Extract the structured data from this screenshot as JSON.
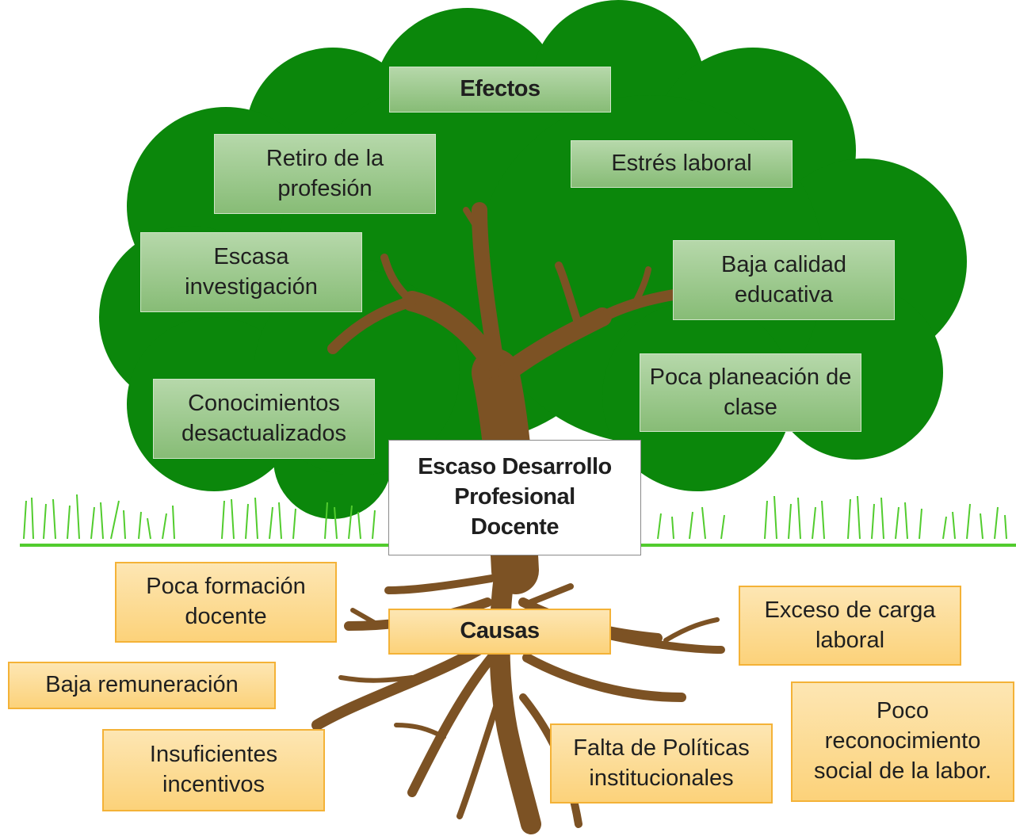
{
  "diagram": {
    "effects_header": "Efectos",
    "causes_header": "Causas",
    "core_problem": "Escaso Desarrollo Profesional Docente",
    "effects": [
      "Retiro de la profesión",
      "Estrés laboral",
      "Escasa investigación",
      "Baja calidad educativa",
      "Poca planeación de clase",
      "Conocimientos desactualizados"
    ],
    "causes": [
      "Poca formación docente",
      "Exceso de carga laboral",
      "Baja remuneración",
      "Poco reconocimiento social de la labor.",
      "Insuficientes incentivos",
      "Falta de Políticas institucionales"
    ],
    "colors": {
      "foliage": "#0b870b",
      "trunk": "#7c5224",
      "grass": "#52cc2e",
      "effect_box": "#9fcb90",
      "cause_box": "#fcd98f",
      "cause_border": "#f4b237"
    }
  }
}
